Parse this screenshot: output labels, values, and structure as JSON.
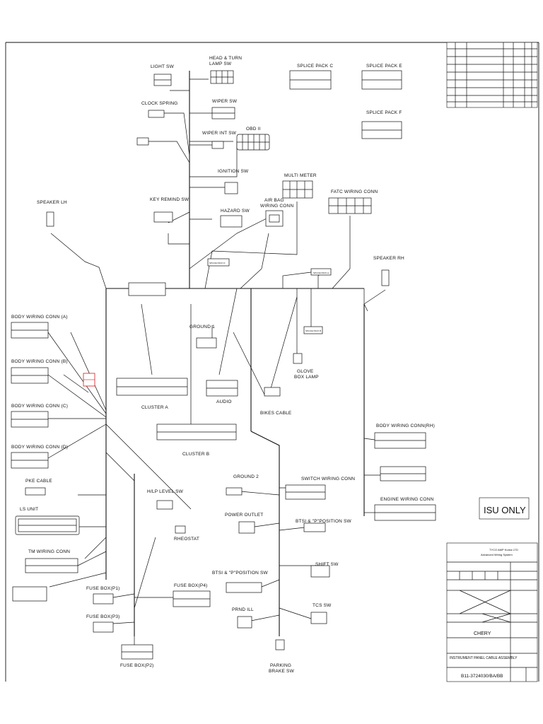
{
  "labels": {
    "light_sw": "LIGHT SW",
    "head_turn_1": "HEAD & TURN",
    "head_turn_2": "LAMP SW",
    "clock_spring": "CLOCK SPRING",
    "wiper_sw": "WIPER SW",
    "wiper_int_sw": "WIPER INT SW",
    "obd": "OBD II",
    "ignition_sw": "IGNITION SW",
    "key_remind_sw": "KEY REMIND SW",
    "hazard_sw": "HAZARD SW",
    "multi_meter": "MULTI METER",
    "air_bag_1": "AIR BAG",
    "air_bag_2": "WIRING CONN",
    "fatc_wiring": "FATC WIRING CONN",
    "speaker_lh": "SPEAKER LH",
    "speaker_rh": "SPEAKER RH",
    "splice_c": "SPLICE PACK C",
    "splice_e": "SPLICE PACK E",
    "splice_f": "SPLICE PACK F",
    "body_a": "BODY WIRING CONN (A)",
    "body_b": "BODY WIRING CONN (B)",
    "body_c": "BODY WIRING CONN (C)",
    "body_d": "BODY WIRING CONN (D)",
    "body_rh": "BODY WIRING CONN(RH)",
    "cluster_a": "CLUSTER A",
    "cluster_b": "CLUSTER B",
    "audio": "AUDIO",
    "ground": "GROUND 1",
    "ground2": "GROUND 2",
    "glove_1": "GLOVE",
    "glove_2": "BOX LAMP",
    "bikes_cable": "BIKES CABLE",
    "pke_cable": "PKE CABLE",
    "ls_unit": "LS UNIT",
    "tm_wiring": "TM WIRING CONN",
    "hp_level": "H/LP LEVEL SW",
    "rheostat": "RHEOSTAT",
    "fuse_p1": "FUSE BOX(P1)",
    "fuse_p3": "FUSE BOX(P3)",
    "fuse_p4": "FUSE BOX(P4)",
    "fuse_p2": "FUSE BOX(P2)",
    "switch_wiring": "SWITCH WIRING CONN",
    "power_outlet": "POWER OUTLET",
    "btsi_1": "BTSI & \"P\"POSITION SW",
    "btsi_2": "BTSI & \"P\"POSITION SW",
    "shift_sw": "SHIFT SW",
    "tcs_sw": "TCS SW",
    "prnd_ill": "PRND ILL",
    "parking_1": "PARKING",
    "parking_2": "BRAKE SW",
    "engine_wiring": "ENGINE WIRING CONN",
    "splice_pack_d": "SPLICE PACK D",
    "splice_pack_a": "SPLICE PACK A",
    "splice_pack_b": "SPLICE PACK B",
    "isu_only": "ISU ONLY"
  },
  "title_block": {
    "company_1": "TYCO AMP Korea LTD",
    "company_2": "Advanced Wiring System",
    "customer": "CHERY",
    "drawing_title": "INSTRUMENT PANEL CABLE ASSEMBLY",
    "drawing_number": "B11-3724030/BA/BB"
  }
}
